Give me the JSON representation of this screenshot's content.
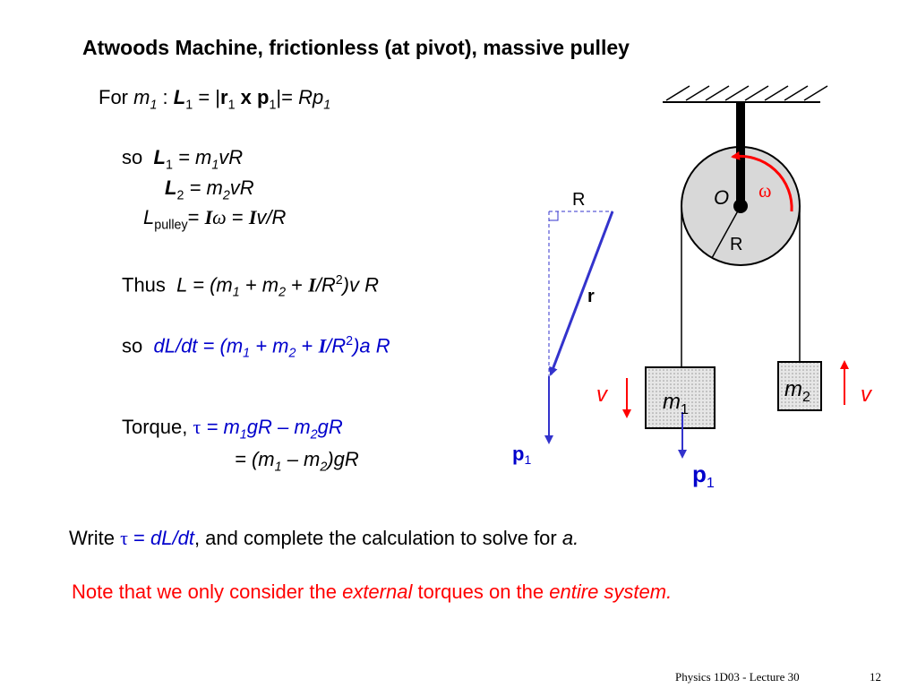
{
  "title": "Atwoods Machine, frictionless (at pivot), massive pulley",
  "eq1": {
    "for": "For",
    "m": "m",
    "sub1": "1",
    "colon": ":",
    "L": "L",
    "eq": "= |",
    "r": "r",
    "x": "x",
    "p": "p",
    "tail": "|=",
    "Rp": "Rp",
    "sub1b": "1"
  },
  "eq2": {
    "so": "so",
    "L": "L",
    "sub": "1",
    "rhs": "= m",
    "rhs_sub": "1",
    "rhs_tail": "vR"
  },
  "eq3": {
    "L": "L",
    "sub": "2",
    "rhs": "= m",
    "rhs_sub": "2",
    "rhs_tail": "vR"
  },
  "eq4": {
    "L": "L",
    "sub": "pulley",
    "eq": "=",
    "I": "I",
    "omega": "ω",
    "eq2": "=",
    "I2": "I",
    "tail": "v/R"
  },
  "eq5": {
    "thus": "Thus",
    "text1": "L = (m",
    "s1": "1",
    "plus": "+ m",
    "s2": "2",
    "plus2": "+",
    "I": "I",
    "over": "/R",
    "sup": "2",
    "tail": ")v R"
  },
  "eq6": {
    "so": "so",
    "text1": "dL/dt = (m",
    "s1": "1",
    "plus": "+ m",
    "s2": "2",
    "plus2": "+",
    "I": "I",
    "over": "/R",
    "sup": "2",
    "tail": ")a R"
  },
  "eq7": {
    "torque": "Torque,",
    "tau": "τ",
    "eq": "= m",
    "s1": "1",
    "mid": "gR – m",
    "s2": "2",
    "tail": "gR"
  },
  "eq8": {
    "text": "= (m",
    "s1": "1",
    "mid": "– m",
    "s2": "2",
    "tail": ")gR"
  },
  "write": {
    "pre": "Write",
    "tau": "τ",
    "eq": "=",
    "dl": "dL/dt",
    "post": ", and complete the calculation to solve for",
    "a": "a."
  },
  "note": {
    "pre": "Note that we only consider the",
    "external": "external",
    "mid": "torques on the",
    "entire": "entire system."
  },
  "diagram": {
    "R_top": "R",
    "r": "r",
    "p1_small": "p",
    "p1_small_sub": "1",
    "O": "O",
    "omega": "ω",
    "R_pulley": "R",
    "m1": "m",
    "m1_sub": "1",
    "m2": "m",
    "m2_sub": "2",
    "v_left": "v",
    "v_right": "v",
    "p1_big": "p",
    "p1_big_sub": "1"
  },
  "footer": {
    "lecture": "Physics 1D03 - Lecture 30",
    "page": "12"
  },
  "colors": {
    "blue": "#0000cc",
    "red": "#ff0000",
    "gray": "#d8d8d8"
  }
}
